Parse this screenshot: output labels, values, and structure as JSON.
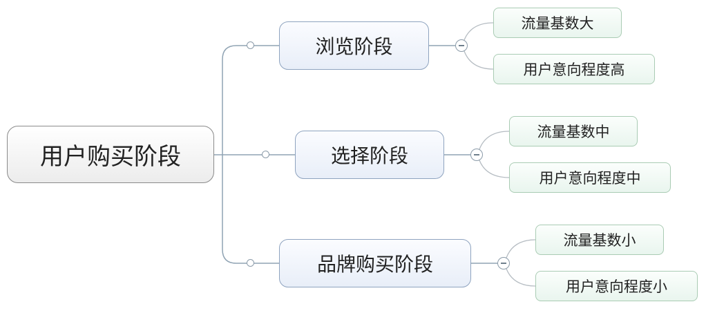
{
  "root": {
    "label": "用户购买阶段"
  },
  "branches": [
    {
      "label": "浏览阶段",
      "children": [
        {
          "label": "流量基数大"
        },
        {
          "label": "用户意向程度高"
        }
      ]
    },
    {
      "label": "选择阶段",
      "children": [
        {
          "label": "流量基数中"
        },
        {
          "label": "用户意向程度中"
        }
      ]
    },
    {
      "label": "品牌购买阶段",
      "children": [
        {
          "label": "流量基数小"
        },
        {
          "label": "用户意向程度小"
        }
      ]
    }
  ],
  "colors": {
    "root_border": "#8a8a8a",
    "branch_border": "#8ea3bf",
    "leaf_border": "#a9cbb3",
    "connector": "#8fa3b3",
    "leaf_connector": "#b5bcc2"
  },
  "icons": {
    "collapse": "minus-circle-icon",
    "connector_dot": "circle-icon"
  }
}
